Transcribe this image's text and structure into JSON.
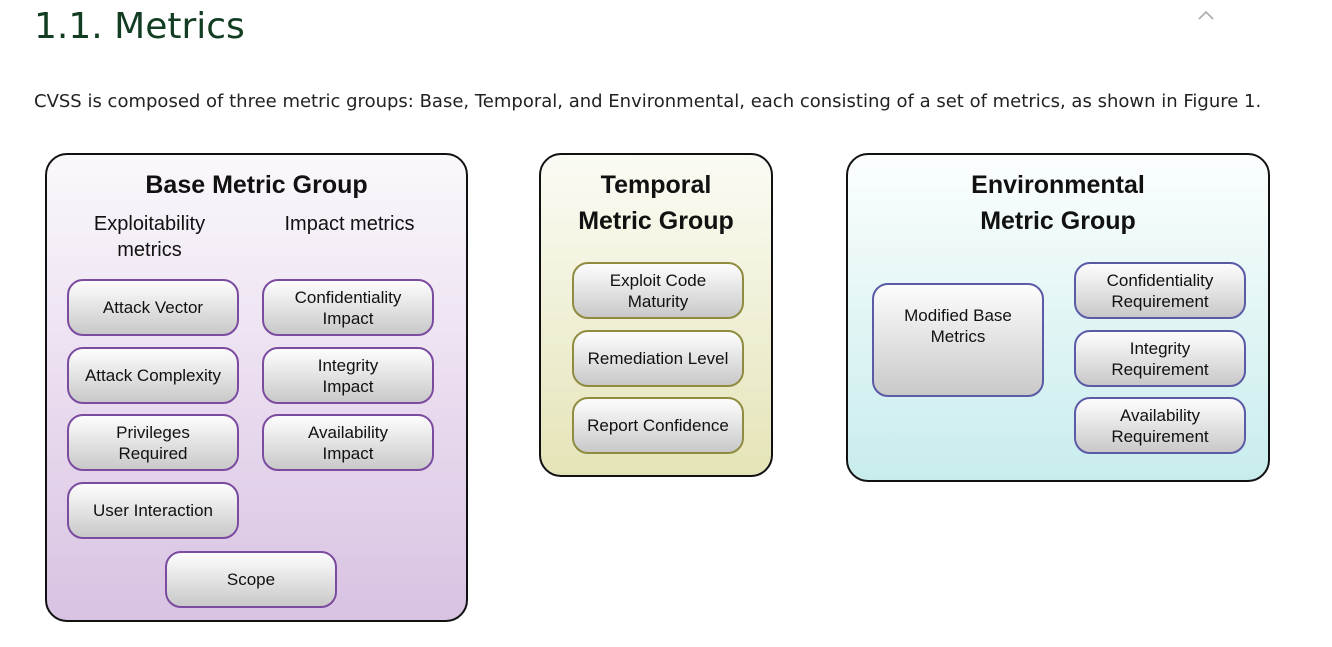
{
  "page": {
    "heading": "1.1. Metrics",
    "intro": "CVSS is composed of three metric groups: Base, Temporal, and Environmental, each consisting of a set of metrics, as shown in Figure 1.",
    "collapse_icon": "chevron-up-icon"
  },
  "diagram": {
    "base": {
      "title": "Base Metric Group",
      "exploitability_header": "Exploitability\nmetrics",
      "impact_header": "Impact metrics",
      "exploitability": [
        "Attack Vector",
        "Attack Complexity",
        "Privileges\nRequired",
        "User Interaction"
      ],
      "impact": [
        "Confidentiality\nImpact",
        "Integrity\nImpact",
        "Availability\nImpact"
      ],
      "scope": "Scope"
    },
    "temporal": {
      "title": "Temporal\nMetric Group",
      "metrics": [
        "Exploit Code\nMaturity",
        "Remediation Level",
        "Report Confidence"
      ]
    },
    "environmental": {
      "title": "Environmental\nMetric Group",
      "modified": "Modified Base\nMetrics",
      "requirements": [
        "Confidentiality\nRequirement",
        "Integrity\nRequirement",
        "Availability\nRequirement"
      ]
    },
    "colors": {
      "base_border": "#7b4ba0",
      "temporal_border": "#8f8c40",
      "environmental_border": "#5a5aa6",
      "heading": "#123d23"
    }
  }
}
